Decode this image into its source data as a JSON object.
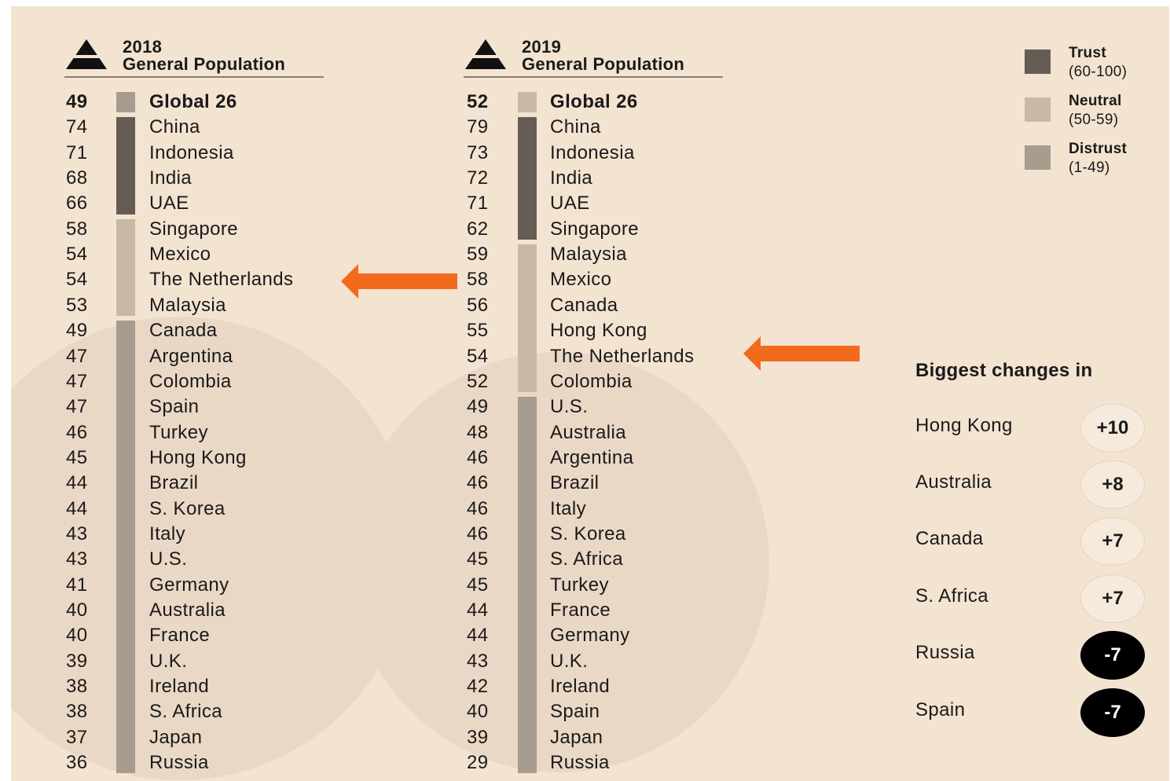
{
  "colors": {
    "trust": "#655d55",
    "neutral": "#c8b8a6",
    "distrust": "#a89c8e",
    "arrow": "#f26b1d",
    "background": "#f3e3d1"
  },
  "chart_data": {
    "type": "table",
    "columns": [
      {
        "year": "2018",
        "subtitle": "General Population",
        "rows": [
          {
            "value": "49",
            "name": "Global 26",
            "category": "distrust",
            "bold": true
          },
          {
            "value": "74",
            "name": "China",
            "category": "trust"
          },
          {
            "value": "71",
            "name": "Indonesia",
            "category": "trust"
          },
          {
            "value": "68",
            "name": "India",
            "category": "trust"
          },
          {
            "value": "66",
            "name": "UAE",
            "category": "trust"
          },
          {
            "value": "58",
            "name": "Singapore",
            "category": "neutral"
          },
          {
            "value": "54",
            "name": "Mexico",
            "category": "neutral"
          },
          {
            "value": "54",
            "name": "The Netherlands",
            "category": "neutral",
            "highlight": true
          },
          {
            "value": "53",
            "name": "Malaysia",
            "category": "neutral"
          },
          {
            "value": "49",
            "name": "Canada",
            "category": "distrust"
          },
          {
            "value": "47",
            "name": "Argentina",
            "category": "distrust"
          },
          {
            "value": "47",
            "name": "Colombia",
            "category": "distrust"
          },
          {
            "value": "47",
            "name": "Spain",
            "category": "distrust"
          },
          {
            "value": "46",
            "name": "Turkey",
            "category": "distrust"
          },
          {
            "value": "45",
            "name": "Hong Kong",
            "category": "distrust"
          },
          {
            "value": "44",
            "name": "Brazil",
            "category": "distrust"
          },
          {
            "value": "44",
            "name": "S. Korea",
            "category": "distrust"
          },
          {
            "value": "43",
            "name": "Italy",
            "category": "distrust"
          },
          {
            "value": "43",
            "name": "U.S.",
            "category": "distrust"
          },
          {
            "value": "41",
            "name": "Germany",
            "category": "distrust"
          },
          {
            "value": "40",
            "name": "Australia",
            "category": "distrust"
          },
          {
            "value": "40",
            "name": "France",
            "category": "distrust"
          },
          {
            "value": "39",
            "name": "U.K.",
            "category": "distrust"
          },
          {
            "value": "38",
            "name": "Ireland",
            "category": "distrust"
          },
          {
            "value": "38",
            "name": "S. Africa",
            "category": "distrust"
          },
          {
            "value": "37",
            "name": "Japan",
            "category": "distrust"
          },
          {
            "value": "36",
            "name": "Russia",
            "category": "distrust"
          }
        ]
      },
      {
        "year": "2019",
        "subtitle": "General Population",
        "rows": [
          {
            "value": "52",
            "name": "Global 26",
            "category": "neutral",
            "bold": true
          },
          {
            "value": "79",
            "name": "China",
            "category": "trust"
          },
          {
            "value": "73",
            "name": "Indonesia",
            "category": "trust"
          },
          {
            "value": "72",
            "name": "India",
            "category": "trust"
          },
          {
            "value": "71",
            "name": "UAE",
            "category": "trust"
          },
          {
            "value": "62",
            "name": "Singapore",
            "category": "trust"
          },
          {
            "value": "59",
            "name": "Malaysia",
            "category": "neutral"
          },
          {
            "value": "58",
            "name": "Mexico",
            "category": "neutral"
          },
          {
            "value": "56",
            "name": "Canada",
            "category": "neutral"
          },
          {
            "value": "55",
            "name": "Hong Kong",
            "category": "neutral"
          },
          {
            "value": "54",
            "name": "The Netherlands",
            "category": "neutral",
            "highlight": true
          },
          {
            "value": "52",
            "name": "Colombia",
            "category": "neutral"
          },
          {
            "value": "49",
            "name": "U.S.",
            "category": "distrust"
          },
          {
            "value": "48",
            "name": "Australia",
            "category": "distrust"
          },
          {
            "value": "46",
            "name": "Argentina",
            "category": "distrust"
          },
          {
            "value": "46",
            "name": "Brazil",
            "category": "distrust"
          },
          {
            "value": "46",
            "name": "Italy",
            "category": "distrust"
          },
          {
            "value": "46",
            "name": "S. Korea",
            "category": "distrust"
          },
          {
            "value": "45",
            "name": "S. Africa",
            "category": "distrust"
          },
          {
            "value": "45",
            "name": "Turkey",
            "category": "distrust"
          },
          {
            "value": "44",
            "name": "France",
            "category": "distrust"
          },
          {
            "value": "44",
            "name": "Germany",
            "category": "distrust"
          },
          {
            "value": "43",
            "name": "U.K.",
            "category": "distrust"
          },
          {
            "value": "42",
            "name": "Ireland",
            "category": "distrust"
          },
          {
            "value": "40",
            "name": "Spain",
            "category": "distrust"
          },
          {
            "value": "39",
            "name": "Japan",
            "category": "distrust"
          },
          {
            "value": "29",
            "name": "Russia",
            "category": "distrust"
          }
        ]
      }
    ],
    "legend": [
      {
        "key": "trust",
        "label": "Trust",
        "range": "(60-100)"
      },
      {
        "key": "neutral",
        "label": "Neutral",
        "range": "(50-59)"
      },
      {
        "key": "distrust",
        "label": "Distrust",
        "range": "(1-49)"
      }
    ],
    "changes": {
      "title": "Biggest changes in",
      "items": [
        {
          "name": "Hong Kong",
          "delta": "+10",
          "sign": "pos"
        },
        {
          "name": "Australia",
          "delta": "+8",
          "sign": "pos"
        },
        {
          "name": "Canada",
          "delta": "+7",
          "sign": "pos"
        },
        {
          "name": "S. Africa",
          "delta": "+7",
          "sign": "pos"
        },
        {
          "name": "Russia",
          "delta": "-7",
          "sign": "neg"
        },
        {
          "name": "Spain",
          "delta": "-7",
          "sign": "neg"
        }
      ]
    }
  }
}
